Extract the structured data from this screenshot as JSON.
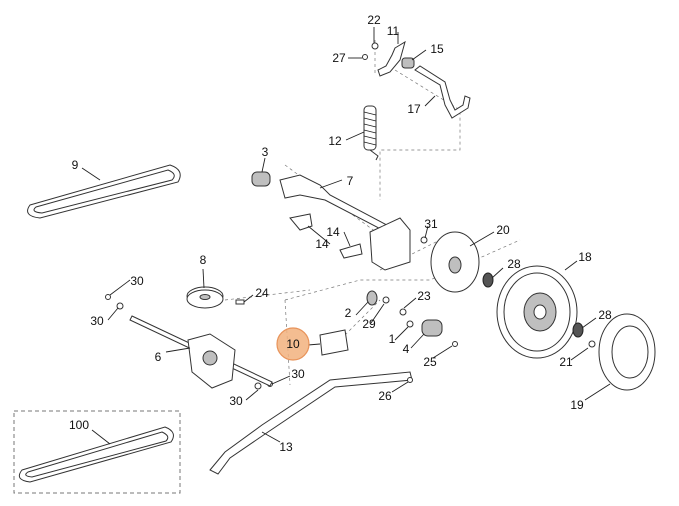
{
  "highlight_color": "#F2B27E",
  "labels": {
    "l22": "22",
    "l11": "11",
    "l27": "27",
    "l15": "15",
    "l17": "17",
    "l12": "12",
    "l9": "9",
    "l3": "3",
    "l7": "7",
    "l14a": "14",
    "l14b": "14",
    "l31": "31",
    "l20": "20",
    "l8": "8",
    "l28a": "28",
    "l18": "18",
    "l30a": "30",
    "l30b": "30",
    "l24": "24",
    "l2": "2",
    "l23": "23",
    "l29": "29",
    "l28b": "28",
    "l6": "6",
    "l10": "10",
    "l1": "1",
    "l4": "4",
    "l21": "21",
    "l25": "25",
    "l30c": "30",
    "l30d": "30",
    "l26": "26",
    "l19": "19",
    "l100": "100",
    "l13": "13"
  }
}
